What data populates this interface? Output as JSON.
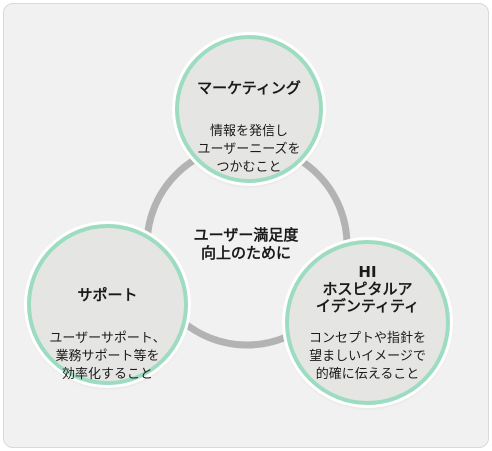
{
  "center": {
    "label": "ユーザー満足度\n向上のために"
  },
  "nodes": {
    "marketing": {
      "title": "マーケティング",
      "description": "情報を発信し\nユーザーニーズを\nつかむこと"
    },
    "support": {
      "title": "サポート",
      "description": "ユーザーサポート、\n業務サポート等を\n効率化すること"
    },
    "hi": {
      "title": "HI\nホスピタルア\nイデンティティ",
      "description": "コンセプトや指針を\n望ましいイメージで\n的確に伝えること"
    }
  },
  "colors": {
    "node_border": "#9ddcc0",
    "node_fill": "#e5e6e4",
    "ring": "#b3b3b3",
    "background": "#f1f1f1"
  }
}
